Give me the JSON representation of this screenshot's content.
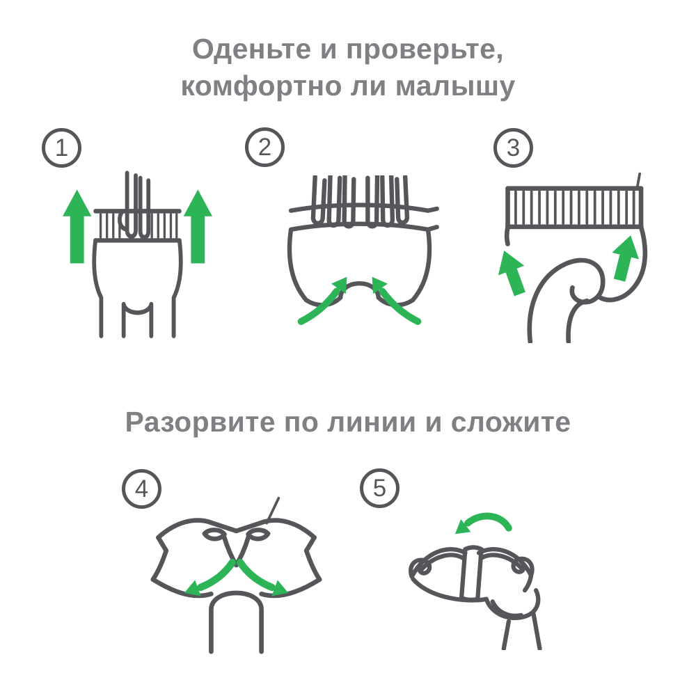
{
  "colors": {
    "heading_gray": "#7E8084",
    "outline_gray": "#55565A",
    "arrow_green": "#2DB457",
    "background": "#FFFFFF"
  },
  "section_dress_check": {
    "title_line1": "Оденьте и проверьте,",
    "title_line2": "комфортно ли малышу",
    "steps": [
      {
        "number": "1",
        "illustration": "pull-up-pants-by-waistband"
      },
      {
        "number": "2",
        "illustration": "hands-adjust-waistband"
      },
      {
        "number": "3",
        "illustration": "check-leg-cuff-fit"
      }
    ]
  },
  "section_tear_fold": {
    "title": "Разорвите по линии и сложите",
    "steps": [
      {
        "number": "4",
        "illustration": "tear-side-seams-open"
      },
      {
        "number": "5",
        "illustration": "roll-up-and-fasten-with-tape"
      }
    ]
  }
}
